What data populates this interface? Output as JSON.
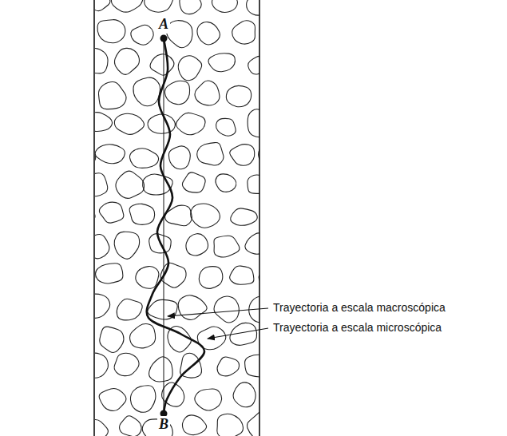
{
  "diagram": {
    "labels": [
      "A",
      "B",
      "Trayectoria a escala macroscópica",
      "Trayectoria a escala microscópica"
    ]
  }
}
